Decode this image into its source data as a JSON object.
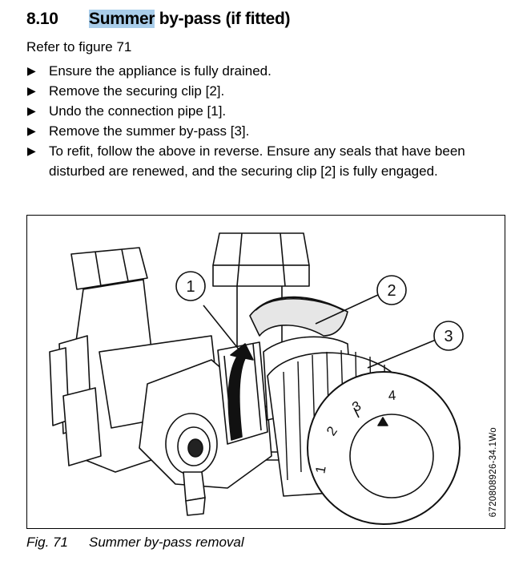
{
  "section": {
    "number": "8.10",
    "title_highlighted": "Summer",
    "title_rest": " by-pass (if fitted)",
    "reference": "Refer to figure 71"
  },
  "steps": [
    "Ensure the appliance is fully drained.",
    "Remove the securing clip [2].",
    "Undo the connection pipe [1].",
    "Remove the summer by-pass [3].",
    "To refit, follow the above in reverse. Ensure any seals that have been disturbed are renewed, and the securing clip [2] is fully engaged."
  ],
  "bullet_glyph": "▶",
  "figure": {
    "callouts": [
      "1",
      "2",
      "3"
    ],
    "knob_scale": [
      "1",
      "2",
      "3",
      "4"
    ],
    "image_id": "6720808926-34.1Wo"
  },
  "caption": {
    "label": "Fig. 71",
    "text": "Summer by-pass removal"
  }
}
